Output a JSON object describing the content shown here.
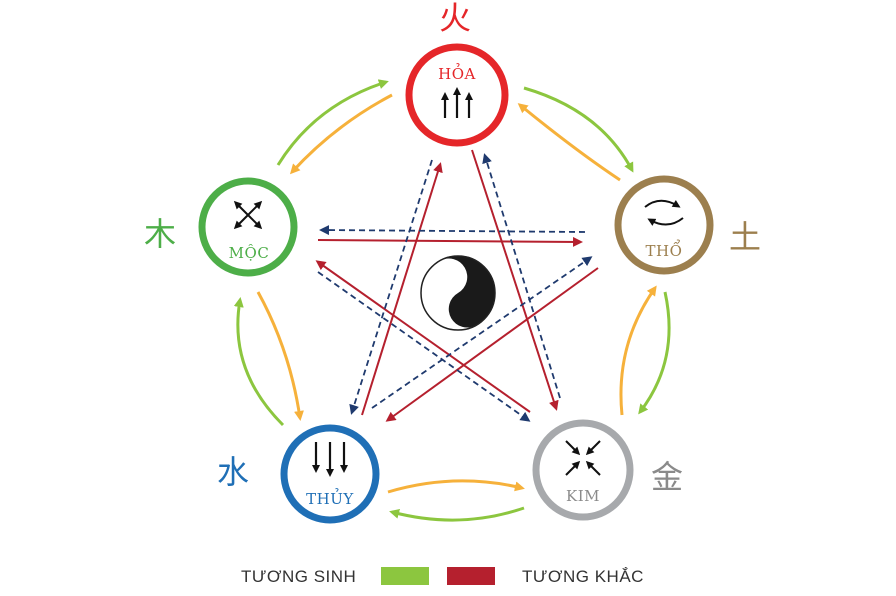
{
  "colors": {
    "generating": "#8CC63F",
    "generating_return": "#F6B13B",
    "controlling": "#B5202E",
    "controlling_dashed": "#1F3A6E",
    "hoa": "#E52629",
    "tho": "#9C7F4E",
    "kim": "#A7A9AC",
    "thuy": "#1F6FB6",
    "moc": "#4DAE48"
  },
  "elements": {
    "hoa": {
      "label": "HỎA",
      "hanzi": "火",
      "icon": "arrows-up-icon"
    },
    "tho": {
      "label": "THỔ",
      "hanzi": "土",
      "icon": "cycle-arrows-icon"
    },
    "kim": {
      "label": "KIM",
      "hanzi": "金",
      "icon": "arrows-inward-icon"
    },
    "thuy": {
      "label": "THỦY",
      "hanzi": "水",
      "icon": "arrows-down-icon"
    },
    "moc": {
      "label": "MỘC",
      "hanzi": "木",
      "icon": "arrows-outward-icon"
    }
  },
  "legend": {
    "sinh_label": "TƯƠNG SINH",
    "khac_label": "TƯƠNG KHẮC"
  }
}
